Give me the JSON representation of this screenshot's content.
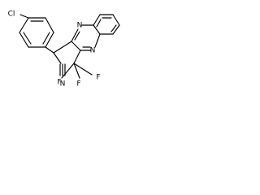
{
  "molecule": {
    "atom_labels": {
      "chloro": "Cl",
      "nitrile_n": "N",
      "quinoxaline_n_top": "N",
      "quinoxaline_n_bottom": "N",
      "fluorine_left": "F",
      "fluorine_mid": "F",
      "fluorine_right": "F"
    }
  }
}
